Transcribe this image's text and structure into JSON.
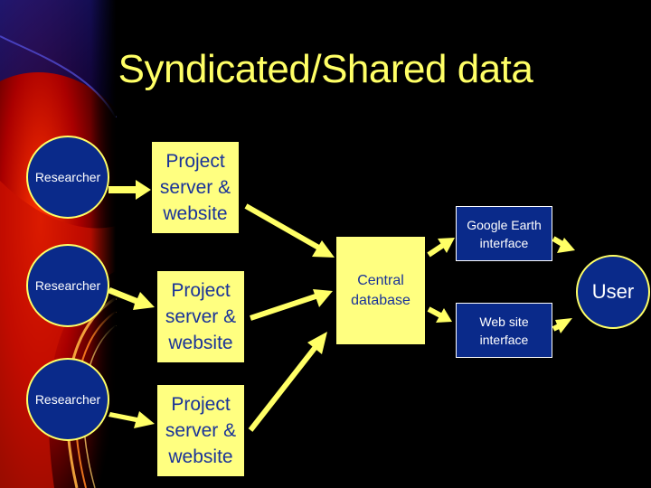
{
  "slide": {
    "title": "Syndicated/Shared data"
  },
  "researchers": [
    {
      "label": "Researcher"
    },
    {
      "label": "Researcher"
    },
    {
      "label": "Researcher"
    }
  ],
  "project_servers": [
    {
      "label": "Project\nserver &\nwebsite"
    },
    {
      "label": "Project\nserver &\nwebsite"
    },
    {
      "label": "Project\nserver &\nwebsite"
    }
  ],
  "central": {
    "label": "Central\ndatabase"
  },
  "interfaces": [
    {
      "label": "Google Earth\ninterface"
    },
    {
      "label": "Web site\ninterface"
    }
  ],
  "user": {
    "label": "User"
  },
  "colors": {
    "background": "#000000",
    "title": "#ffff66",
    "box_yellow": "#ffff80",
    "box_text": "#1a3399",
    "node_blue": "#0a2a8a",
    "arrow": "#ffff66"
  }
}
